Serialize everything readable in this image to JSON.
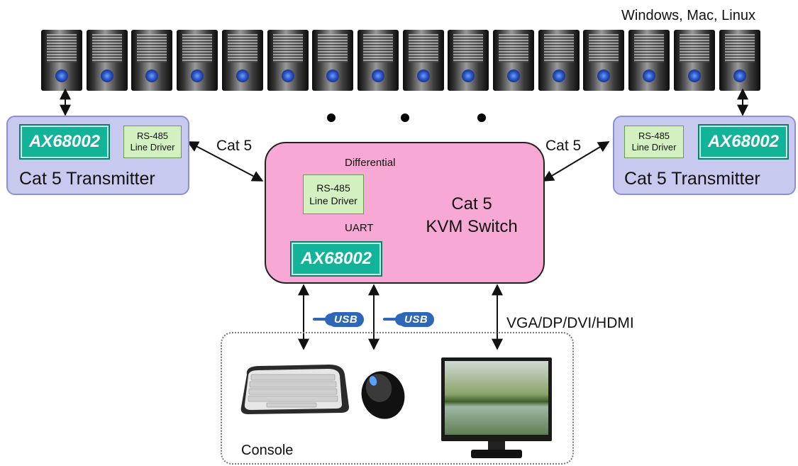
{
  "header": {
    "os_label": "Windows, Mac, Linux"
  },
  "transmitter_left": {
    "chip_label": "AX68002",
    "driver_line1": "RS-485",
    "driver_line2": "Line Driver",
    "title": "Cat 5 Transmitter"
  },
  "transmitter_right": {
    "chip_label": "AX68002",
    "driver_line1": "RS-485",
    "driver_line2": "Line Driver",
    "title": "Cat 5 Transmitter"
  },
  "links": {
    "cat5_left": "Cat 5",
    "cat5_right": "Cat 5"
  },
  "switch": {
    "differential_label": "Differential",
    "driver_line1": "RS-485",
    "driver_line2": "Line Driver",
    "uart_label": "UART",
    "chip_label": "AX68002",
    "title_line1": "Cat 5",
    "title_line2": "KVM Switch"
  },
  "usb": {
    "logo1": "USB",
    "logo2": "USB"
  },
  "video_label": "VGA/DP/DVI/HDMI",
  "console": {
    "label": "Console"
  },
  "icons": [
    "computer-tower-icon",
    "keyboard-icon",
    "mouse-icon",
    "monitor-icon",
    "usb-icon"
  ],
  "colors": {
    "transmitter_fill": "#c8c9ef",
    "switch_fill": "#f7a8d4",
    "chip_fill": "#12b398",
    "driver_fill": "#d2f0c0",
    "usb_blue": "#2f67b8"
  }
}
